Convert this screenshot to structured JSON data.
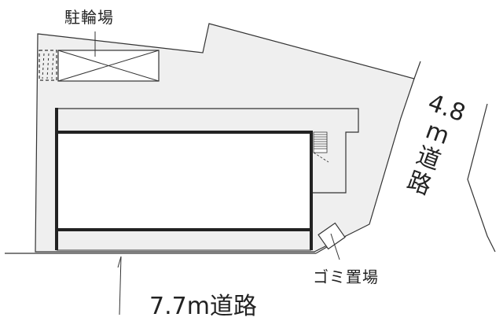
{
  "labels": {
    "bicycle_parking": "駐輪場",
    "trash_area": "ゴミ置場",
    "road_bottom": "7.7m道路",
    "road_right_width": "4.8",
    "road_right_unit": "m",
    "road_right_c1": "道",
    "road_right_c2": "路"
  },
  "colors": {
    "lot_fill": "#efefef",
    "building_fill": "#ffffff",
    "line": "#333333",
    "wall": "#222222",
    "background": "#ffffff"
  }
}
